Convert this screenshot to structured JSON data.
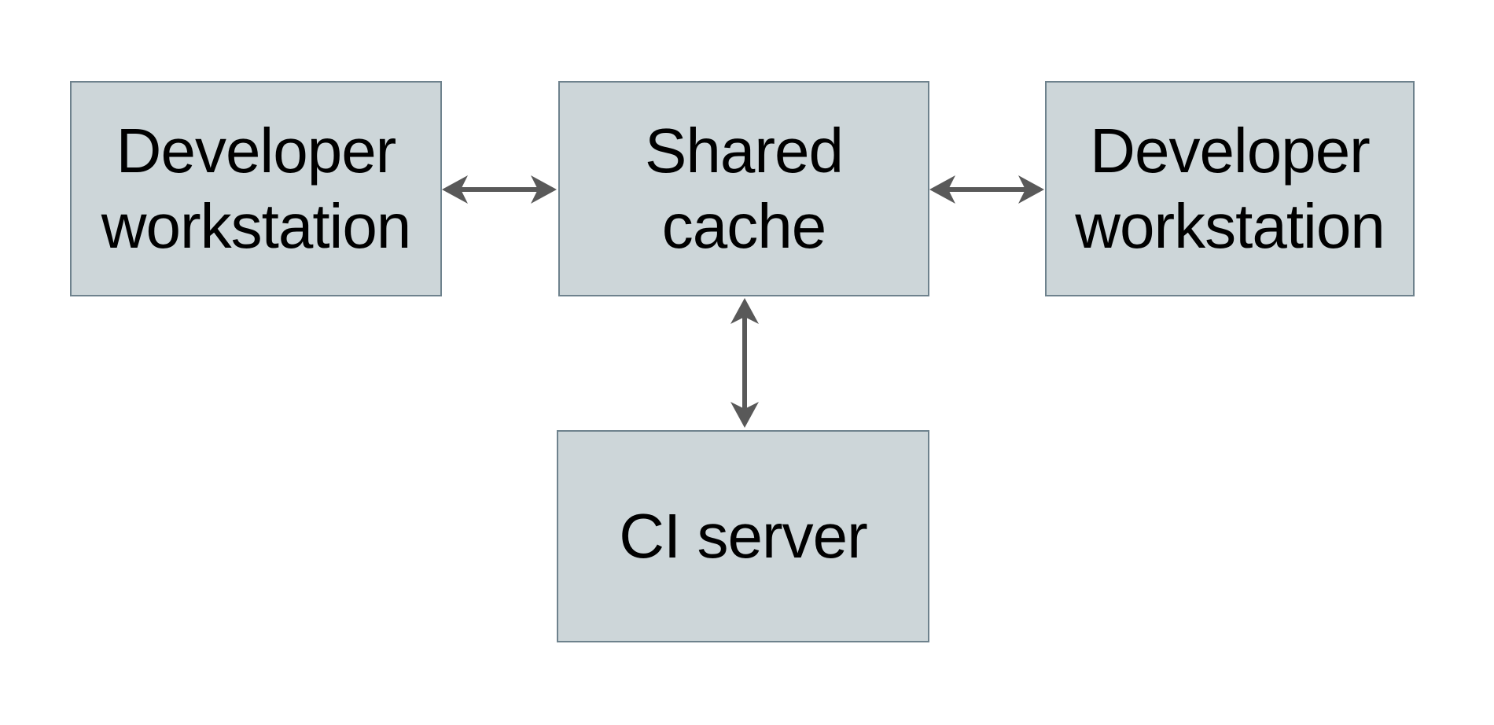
{
  "diagram": {
    "type": "architecture-diagram",
    "colors": {
      "background": "#ffffff",
      "node_fill": "#cdd6d9",
      "node_border": "#6e828d",
      "arrow": "#595959",
      "text": "#000000"
    },
    "nodes": [
      {
        "id": "developer-workstation-left",
        "label": "Developer workstation"
      },
      {
        "id": "shared-cache",
        "label": "Shared cache"
      },
      {
        "id": "developer-workstation-right",
        "label": "Developer workstation"
      },
      {
        "id": "ci-server",
        "label": "CI server"
      }
    ],
    "edges": [
      {
        "from": "developer-workstation-left",
        "to": "shared-cache",
        "direction": "bidirectional"
      },
      {
        "from": "shared-cache",
        "to": "developer-workstation-right",
        "direction": "bidirectional"
      },
      {
        "from": "shared-cache",
        "to": "ci-server",
        "direction": "bidirectional"
      }
    ]
  }
}
